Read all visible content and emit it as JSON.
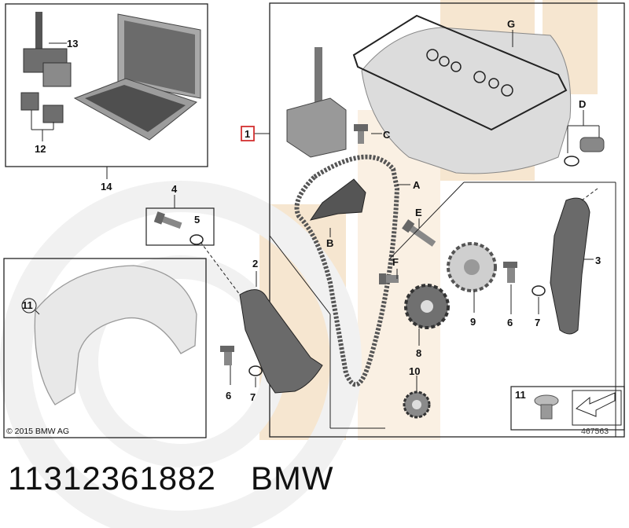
{
  "labels": {
    "n1": "1",
    "n2": "2",
    "n3": "3",
    "n4": "4",
    "n5": "5",
    "n6a": "6",
    "n6b": "6",
    "n7a": "7",
    "n7b": "7",
    "n8": "8",
    "n9": "9",
    "n10": "10",
    "n11": "11",
    "n11b": "11",
    "n12": "12",
    "n13": "13",
    "n14": "14",
    "A": "A",
    "B": "B",
    "C": "C",
    "D": "D",
    "E": "E",
    "F": "F",
    "G": "G"
  },
  "copyright": "© 2015 BMW AG",
  "diagram_id": "467563",
  "caption": {
    "part_number": "11312361882",
    "brand": "BMW"
  },
  "colors": {
    "accent_box": "#d33030",
    "watermark": "#f3e2cc",
    "watermark_grey": "#eeeeee"
  }
}
